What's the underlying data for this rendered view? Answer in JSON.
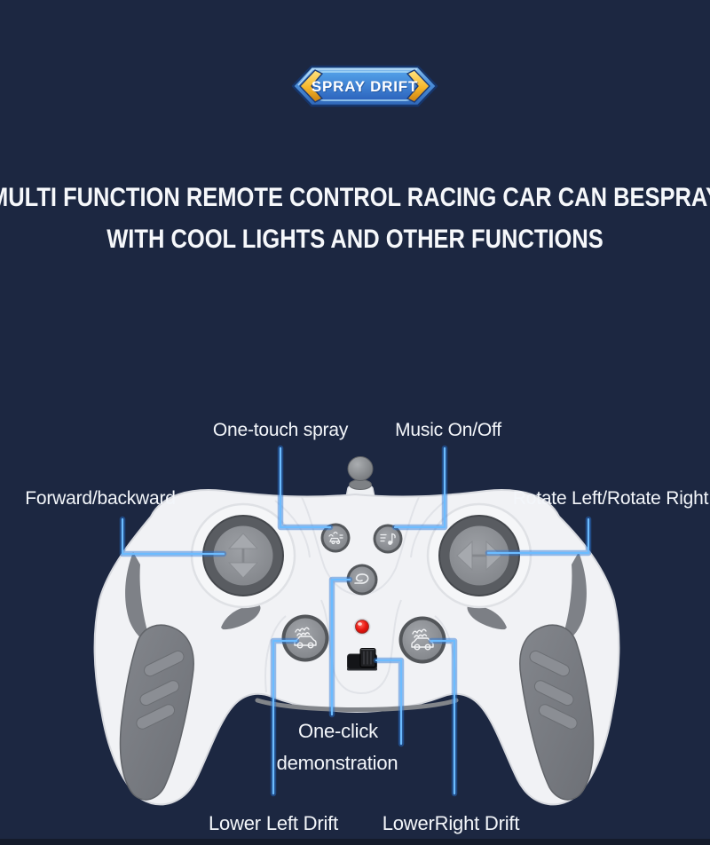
{
  "badge": {
    "label": "SPRAY DRIFT"
  },
  "headline": {
    "line1": "MULTI FUNCTION REMOTE CONTROL RACING CAR CAN BESPRAY",
    "line2": "WITH COOL LIGHTS AND OTHER FUNCTIONS"
  },
  "callouts": {
    "one_touch_spray": {
      "label": "One-touch spray"
    },
    "music": {
      "label": "Music On/Off"
    },
    "forward_backward": {
      "label": "Forward/backward"
    },
    "rotate": {
      "label": "Rotate Left/Rotate Right"
    },
    "one_click_demo": {
      "line1": "One-click",
      "line2": "demonstration"
    },
    "lower_left_drift": {
      "label": "Lower Left Drift"
    },
    "lower_right_drift": {
      "label": "LowerRight Drift"
    }
  },
  "controller": {
    "icons": {
      "antenna": "antenna-knob",
      "dpad_left": "up-down-arrows",
      "dpad_right": "left-right-arrows",
      "spray_button": "spray-car-icon",
      "music_button": "music-note-icon",
      "demo_button": "loop-icon",
      "drift_left_button": "drift-car-icon",
      "drift_right_button": "drift-car-icon",
      "led": "red-led-indicator",
      "switch": "power-slide-switch"
    }
  },
  "colors": {
    "background": "#1c2741",
    "bottom_strip": "#141b2b",
    "callout_line": "#6cbcff",
    "label_text": "#f3f6fa",
    "badge_blue": "#3f83d4",
    "badge_gold": "#f6b62b",
    "controller_body": "#f1f2f5",
    "button_gray": "#84878c",
    "led_red": "#e8150f"
  }
}
